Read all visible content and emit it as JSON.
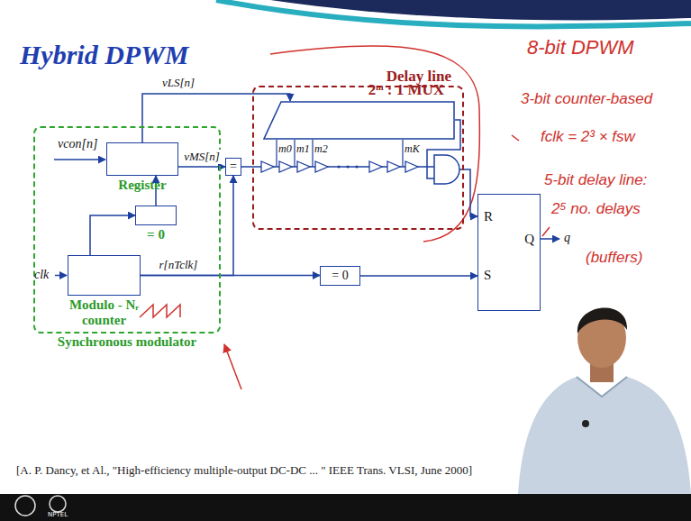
{
  "diagram": {
    "title": "Hybrid DPWM",
    "nodes": [
      {
        "text": [
          "Synchronous modulator"
        ]
      },
      {
        "text": [
          "Register"
        ],
        "in": 0
      },
      {
        "text": [
          "= 0"
        ],
        "in": 0
      },
      {
        "text": [
          "Modulo - Nᵣ counter"
        ],
        "in": 0
      },
      {
        "text": [
          "="
        ]
      },
      {
        "text": [
          "Delay line"
        ]
      },
      {
        "text": [
          "2ᵐ : 1 MUX"
        ],
        "in": 5
      },
      {
        "text": [
          "= 0"
        ]
      },
      {
        "text": [
          "R",
          "S",
          "Q"
        ]
      }
    ],
    "edges": [
      {
        "from": 1,
        "to": 6,
        "arrow": "to",
        "label": "vLS[n]"
      },
      {
        "from": 1,
        "to": 4,
        "arrow": "to",
        "label": "vMS[n]"
      },
      {
        "from": 4,
        "to": 5,
        "arrow": "none"
      },
      {
        "from": 2,
        "to": 1,
        "arrow": "to"
      },
      {
        "from": 3,
        "to": 4,
        "arrow": "to",
        "label": "r[nTclk]"
      },
      {
        "from": 3,
        "to": 2,
        "arrow": "to"
      },
      {
        "from": 3,
        "to": 7,
        "arrow": "to"
      },
      {
        "from": 7,
        "to": 8,
        "arrow": "to"
      },
      {
        "from": 5,
        "to": 8,
        "arrow": "to"
      }
    ],
    "labels": [
      "vcon[n]",
      "clk",
      "m0",
      "m1",
      "m2",
      "mK",
      "q",
      "[A. P. Dancy, et Al., \"High-efficiency multiple-output DC-DC ... \" IEEE Trans. VLSI, June 2000]",
      "8-bit DPWM",
      "3-bit counter-based",
      "fclk = 2³ × fsw",
      "5-bit delay line:",
      "2⁵ no. delays",
      "(buffers)",
      "NPTEL"
    ]
  }
}
